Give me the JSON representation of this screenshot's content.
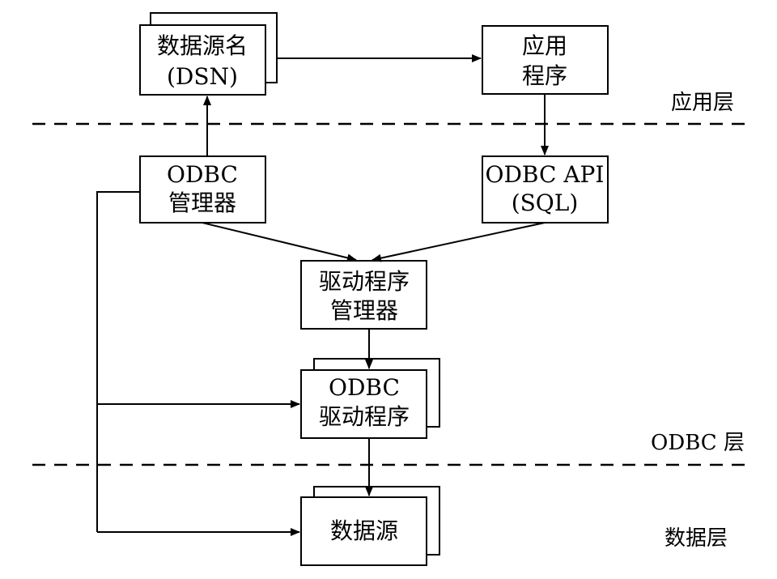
{
  "nodes": {
    "dsn": {
      "line1": "数据源名",
      "line2": "(DSN)"
    },
    "app": {
      "line1": "应用",
      "line2": "程序"
    },
    "odbc_manager": {
      "line1": "ODBC",
      "line2": "管理器"
    },
    "odbc_api": {
      "line1": "ODBC API",
      "line2": "(SQL)"
    },
    "driver_manager": {
      "line1": "驱动程序",
      "line2": "管理器"
    },
    "odbc_driver": {
      "line1": "ODBC",
      "line2": "驱动程序"
    },
    "data_source": {
      "line1": "数据源"
    }
  },
  "layers": {
    "application": "应用层",
    "odbc": "ODBC 层",
    "data": "数据层"
  }
}
